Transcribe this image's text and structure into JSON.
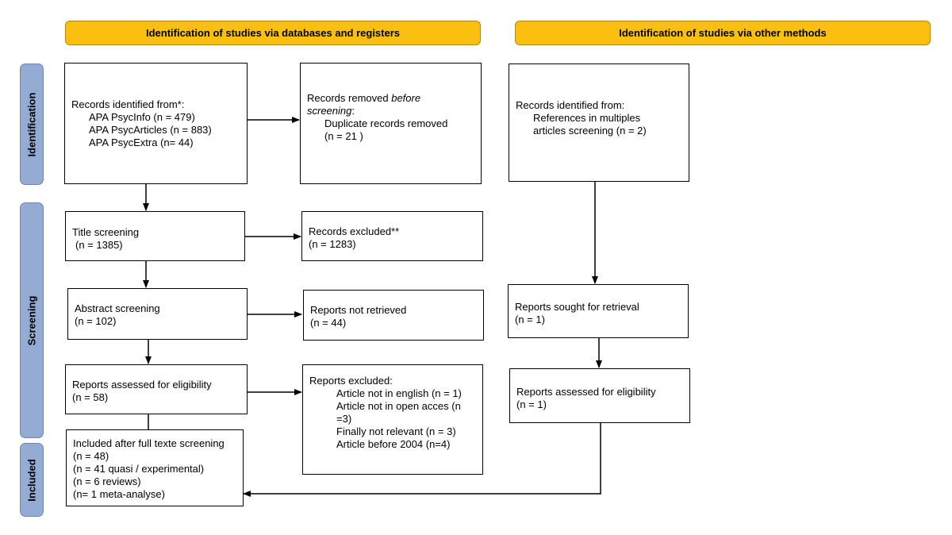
{
  "headers": {
    "databases": "Identification of studies via databases and registers",
    "other": "Identification of studies via other methods"
  },
  "stages": {
    "identification": "Identification",
    "screening": "Screening",
    "included": "Included"
  },
  "boxes": {
    "records_identified": {
      "title": "Records identified from*:",
      "items": [
        "APA PsycInfo (n = 479)",
        "APA PsycArticles (n = 883)",
        "APA PsycExtra (n= 44)"
      ]
    },
    "records_removed": {
      "title_prefix": "Records removed ",
      "title_em": "before",
      "title_em2": "screening",
      "title_suffix": ":",
      "items": [
        "Duplicate records removed",
        "(n = 21 )"
      ]
    },
    "other_identified": {
      "title": "Records identified from:",
      "items": [
        "References in multiples",
        "articles screening (n = 2)"
      ]
    },
    "title_screening": {
      "label": "Title screening",
      "count": "(n = 1385)"
    },
    "records_excluded": {
      "label": "Records excluded**",
      "count": "(n = 1283)"
    },
    "abstract_screening": {
      "label": "Abstract screening",
      "count": "(n = 102)"
    },
    "not_retrieved": {
      "label": "Reports not retrieved",
      "count": "(n = 44)"
    },
    "sought_retrieval": {
      "label": "Reports sought for retrieval",
      "count": "(n = 1)"
    },
    "assessed": {
      "label": "Reports assessed for eligibility",
      "count": "(n = 58)"
    },
    "reports_excluded": {
      "title": "Reports excluded:",
      "items": [
        "Article not in english (n = 1)",
        "Article not in open acces (n",
        "=3)",
        "Finally not relevant (n = 3)",
        "Article before 2004 (n=4)"
      ]
    },
    "other_assessed": {
      "label": "Reports assessed for eligibility",
      "count": "(n = 1)"
    },
    "included": {
      "lines": [
        "Included after full texte screening",
        "(n = 48)",
        "(n = 41 quasi / experimental)",
        "(n = 6 reviews)",
        "(n= 1 meta-analyse)"
      ]
    }
  }
}
